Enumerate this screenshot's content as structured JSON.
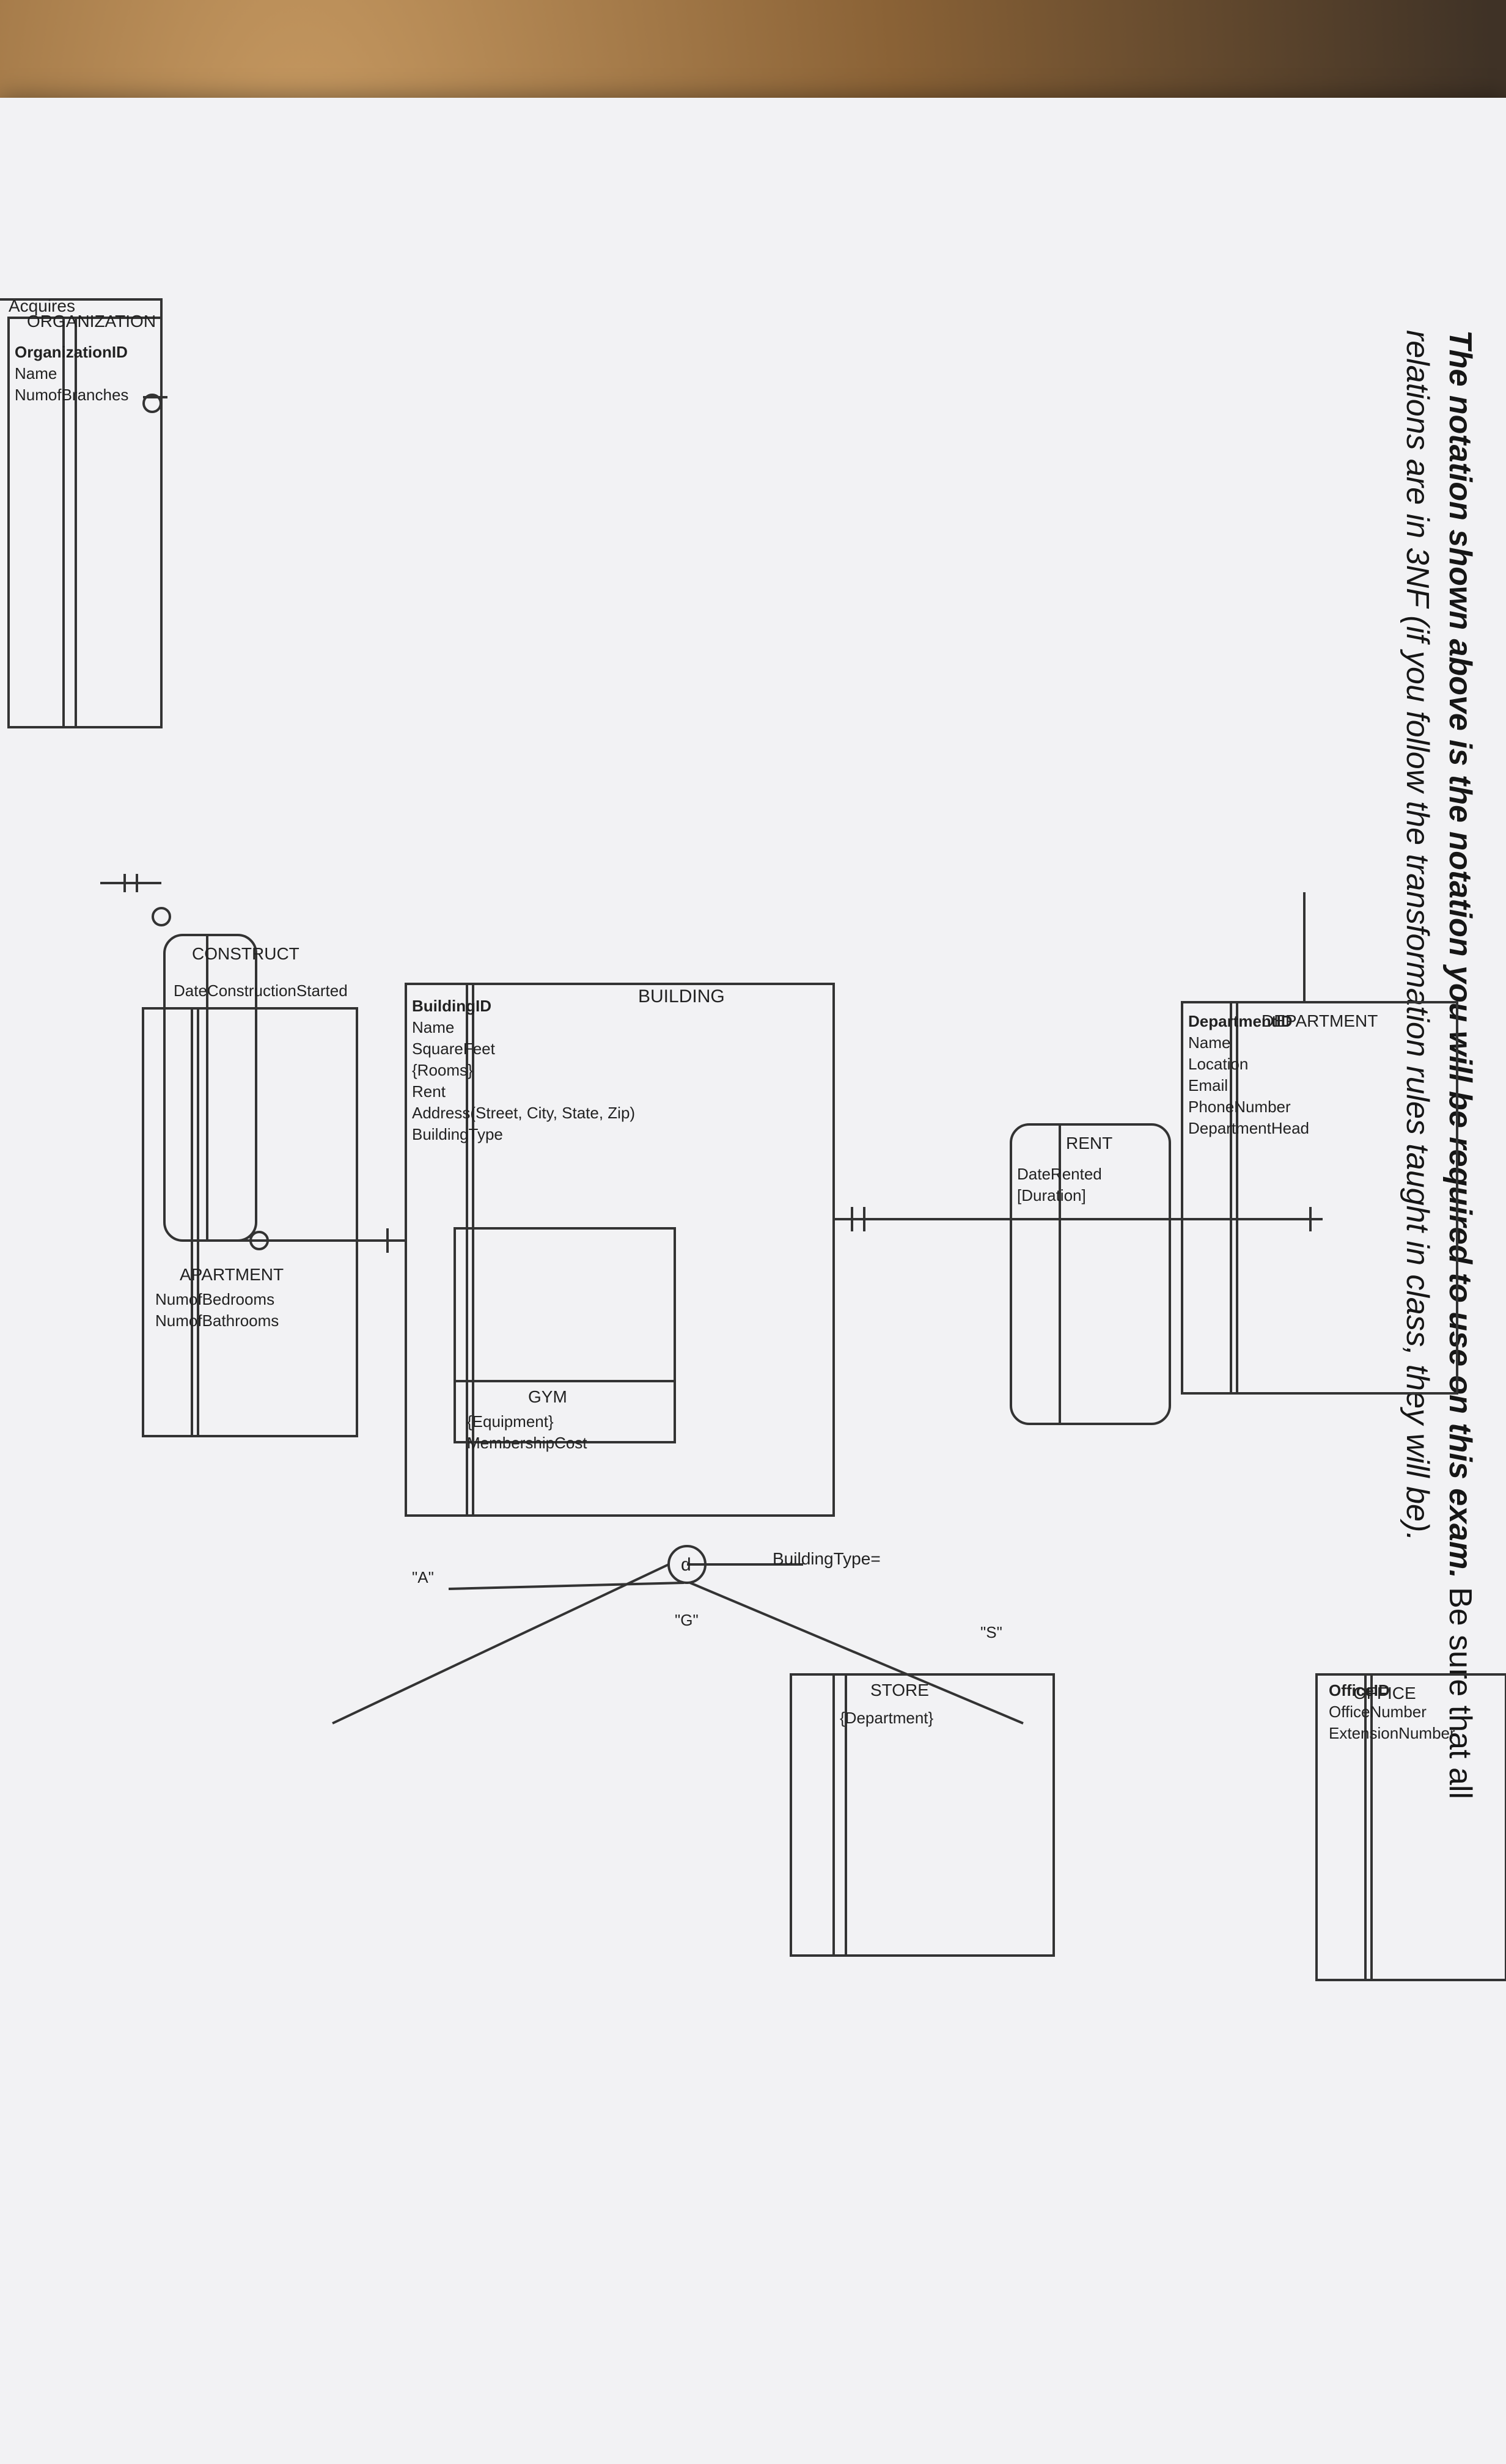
{
  "instructions": {
    "bold_part": "The notation shown above is the notation you will be required to use on this exam.",
    "rest_line1": " Be sure that all",
    "line2": "relations are in 3NF (if you follow the transformation rules taught in class, they will be)."
  },
  "diagram": {
    "recursive_label": "Acquires",
    "organization": {
      "title": "ORGANIZATION",
      "attrs": [
        "OrganizationID",
        "Name",
        "NumofBranches"
      ]
    },
    "construct": {
      "title": "CONSTRUCT",
      "attrs": [
        "DateConstructionStarted"
      ]
    },
    "building": {
      "title": "BUILDING",
      "attrs": [
        "BuildingID",
        "Name",
        "SquareFeet",
        "{Rooms}",
        "Rent",
        "Address(Street, City, State, Zip)",
        "BuildingType"
      ]
    },
    "rent": {
      "title": "RENT",
      "attrs": [
        "DateRented",
        "[Duration]"
      ]
    },
    "department": {
      "title": "DEPARTMENT",
      "attrs": [
        "DepartmentID",
        "Name",
        "Location",
        "Email",
        "PhoneNumber",
        "DepartmentHead"
      ]
    },
    "office": {
      "title": "OFFICE",
      "attrs": [
        "OfficeID",
        "OfficeNumber",
        "ExtensionNumber"
      ]
    },
    "apartment": {
      "title": "APARTMENT",
      "attrs": [
        "NumofBedrooms",
        "NumofBathrooms"
      ]
    },
    "gym": {
      "title": "GYM",
      "attrs": [
        "{Equipment}",
        "MembershipCost"
      ]
    },
    "store": {
      "title": "STORE",
      "attrs": [
        "{Department}"
      ]
    },
    "discriminator": "BuildingType=",
    "disjoint_symbol": "d",
    "subtype_labels": {
      "apartment": "\"A\"",
      "gym": "\"G\"",
      "store": "\"S\""
    }
  }
}
